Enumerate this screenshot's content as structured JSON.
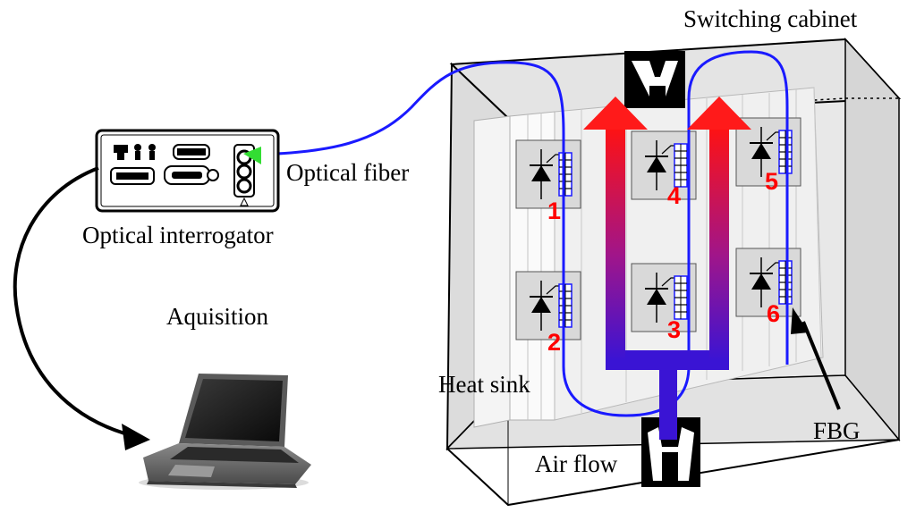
{
  "labels": {
    "switching_cabinet": "Switching cabinet",
    "optical_fiber": "Optical fiber",
    "optical_interrogator": "Optical interrogator",
    "aquisition": "Aquisition",
    "heat_sink": "Heat sink",
    "air_flow": "Air flow",
    "fbg": "FBG"
  },
  "modules": [
    {
      "number": "1"
    },
    {
      "number": "2"
    },
    {
      "number": "3"
    },
    {
      "number": "4"
    },
    {
      "number": "5"
    },
    {
      "number": "6"
    }
  ],
  "colors": {
    "fiber": "#1a1aff",
    "hot_arrow": "#ff1a1a",
    "cold_flow": "#3a1ad0",
    "number": "#ff0000",
    "fiber_connector": "#33dd33"
  }
}
